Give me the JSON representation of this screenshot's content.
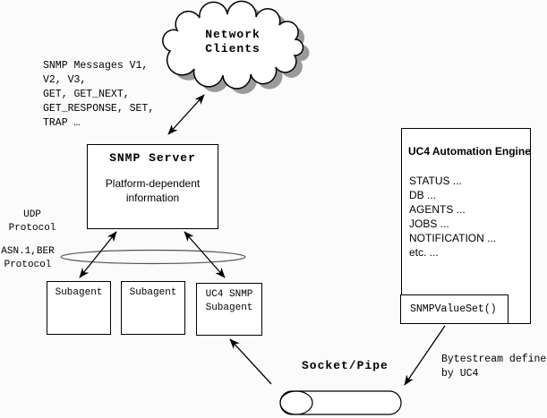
{
  "colors": {
    "background": "#fbfbfb",
    "line": "#000000",
    "cloud_shadow": "#9a9a9a",
    "ellipse_stroke": "#555555",
    "box_fill": "#ffffff"
  },
  "cloud": {
    "lines": [
      "Network",
      "Clients"
    ]
  },
  "snmp_messages": {
    "lines": [
      "SNMP Messages V1,",
      "V2, V3,",
      "GET, GET_NEXT,",
      "GET_RESPONSE, SET,",
      "TRAP …"
    ]
  },
  "snmp_server": {
    "title": "SNMP Server",
    "subtitle_lines": [
      "Platform-dependent",
      "information"
    ]
  },
  "labels": {
    "udp": [
      "UDP",
      "Protocol"
    ],
    "asn1": [
      "ASN.1,BER",
      "Protocol"
    ],
    "socket_pipe": "Socket/Pipe",
    "bytestream": [
      "Bytestream defined",
      "by UC4"
    ]
  },
  "subagents": {
    "box1": "Subagent",
    "box2": "Subagent",
    "uc4_lines": [
      "UC4 SNMP",
      "Subagent"
    ]
  },
  "uc4_engine": {
    "title": "UC4 Automation Engine",
    "items": [
      "STATUS ...",
      "DB ...",
      "AGENTS ...",
      "JOBS ...",
      "NOTIFICATION ...",
      "etc. ..."
    ],
    "function_box": "SNMPValueSet()"
  }
}
